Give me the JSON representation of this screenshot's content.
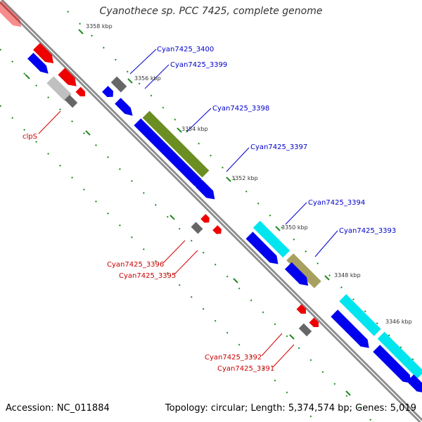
{
  "title": "Cyanothece sp. PCC 7425, complete genome",
  "accession": "Accession: NC_011884",
  "topology": "Topology: circular; Length: 5,374,574 bp; Genes: 5,019",
  "colors": {
    "backbone": "#8c8c8c",
    "cds_blue": "#0000ee",
    "cds_red": "#ee0000",
    "rna_gray": "#666666",
    "cog_green": "#6b8e23",
    "cog_cyan": "#00e5ee",
    "cog_olive": "#a8a060",
    "ruler": "#1e8b1e",
    "label_blue": "#0000cc",
    "label_red": "#cc0000"
  },
  "ticks": [
    {
      "label": "3358 kbp"
    },
    {
      "label": "3356 kbp"
    },
    {
      "label": "3354 kbp"
    },
    {
      "label": "3352 kbp"
    },
    {
      "label": "3350 kbp"
    },
    {
      "label": "3348 kbp"
    },
    {
      "label": "3346 kbp"
    }
  ],
  "gene_labels": [
    {
      "text": "Cyan7425_3400",
      "color": "blue"
    },
    {
      "text": "Cyan7425_3399",
      "color": "blue"
    },
    {
      "text": "Cyan7425_3398",
      "color": "blue"
    },
    {
      "text": "Cyan7425_3397",
      "color": "blue"
    },
    {
      "text": "Cyan7425_3394",
      "color": "blue"
    },
    {
      "text": "Cyan7425_3393",
      "color": "blue"
    },
    {
      "text": "clpS",
      "color": "red"
    },
    {
      "text": "Cyan7425_3396",
      "color": "red"
    },
    {
      "text": "Cyan7425_3395",
      "color": "red"
    },
    {
      "text": "Cyan7425_3392",
      "color": "red"
    },
    {
      "text": "Cyan7425_3391",
      "color": "red"
    }
  ]
}
